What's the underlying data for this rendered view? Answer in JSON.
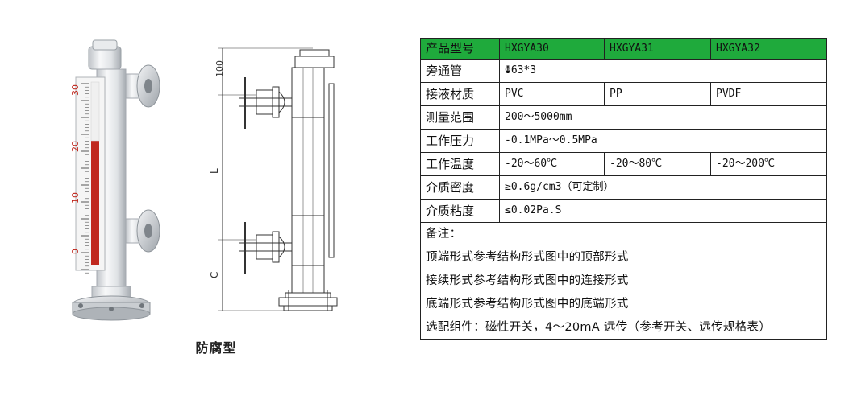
{
  "caption": "防腐型",
  "drawing": {
    "dim_top": "100",
    "dim_mid": "L",
    "dim_bottom": "C"
  },
  "scale": {
    "labels": [
      "30",
      "20",
      "10",
      "0"
    ]
  },
  "table": {
    "header": {
      "label": "产品型号",
      "models": [
        "HXGYA30",
        "HXGYA31",
        "HXGYA32"
      ]
    },
    "rows": [
      {
        "label": "旁通管",
        "value": "Φ63*3"
      },
      {
        "label": "接液材质",
        "values": [
          "PVC",
          "PP",
          "PVDF"
        ]
      },
      {
        "label": "测量范围",
        "value": "200～5000mm"
      },
      {
        "label": "工作压力",
        "value": "-0.1MPa～0.5MPa"
      },
      {
        "label": "工作温度",
        "values": [
          "-20～60℃",
          "-20～80℃",
          "-20～200℃"
        ]
      },
      {
        "label": "介质密度",
        "value": "≥0.6g/cm3（可定制）"
      },
      {
        "label": "介质粘度",
        "value": "≤0.02Pa.S"
      }
    ],
    "notes": [
      "备注：",
      "顶端形式参考结构形式图中的顶部形式",
      "接续形式参考结构形式图中的连接形式",
      "底端形式参考结构形式图中的底端形式",
      "选配组件：磁性开关，4～20mA 远传（参考开关、远传规格表）"
    ]
  },
  "colors": {
    "header_bg": "#1faa3c",
    "indicator_red": "#c0281e"
  }
}
